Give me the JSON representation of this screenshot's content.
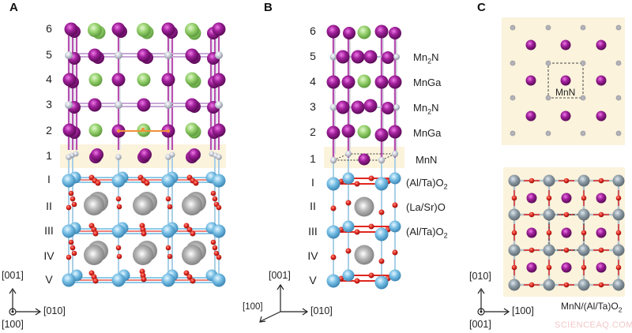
{
  "panels": {
    "A": {
      "letter": "A",
      "layers": [
        "6",
        "5",
        "4",
        "3",
        "2",
        "1",
        "I",
        "II",
        "III",
        "IV",
        "V"
      ],
      "axes": {
        "up": "[001]",
        "right": "[010]",
        "out": "[100]"
      }
    },
    "B": {
      "letter": "B",
      "layers": [
        "6",
        "5",
        "4",
        "3",
        "2",
        "1",
        "I",
        "II",
        "III",
        "IV",
        "V"
      ],
      "compositions": [
        {
          "row": "5",
          "text": "Mn",
          "sub": "2",
          "tail": "N"
        },
        {
          "row": "4",
          "text": "MnGa",
          "sub": "",
          "tail": ""
        },
        {
          "row": "3",
          "text": "Mn",
          "sub": "2",
          "tail": "N"
        },
        {
          "row": "2",
          "text": "MnGa",
          "sub": "",
          "tail": ""
        },
        {
          "row": "1",
          "text": "MnN",
          "sub": "",
          "tail": ""
        },
        {
          "row": "I",
          "text": "(Al/Ta)O",
          "sub": "2",
          "tail": ""
        },
        {
          "row": "II",
          "text": "(La/Sr)O",
          "sub": "",
          "tail": ""
        },
        {
          "row": "III",
          "text": "(Al/Ta)O",
          "sub": "2",
          "tail": ""
        }
      ],
      "axes": {
        "up": "[001]",
        "right": "[010]",
        "diag": "[100]"
      }
    },
    "C": {
      "letter": "C",
      "top_label": "MnN",
      "bottom_caption": {
        "text": "MnN/(Al/Ta)O",
        "sub": "2"
      },
      "axes": {
        "up": "[010]",
        "right": "[100]",
        "out": "[001]"
      }
    }
  },
  "watermark": "SCIENCEAQ.COM",
  "colors": {
    "mn": "#8e1b8a",
    "ga": "#8fcf6a",
    "n": "#c9cdd8",
    "o": "#e0261e",
    "al_ta": "#6fb8e0",
    "la_sr": "#a9a9a9",
    "highlight": "#fbf3dc",
    "c_grey": "#8a9aa3"
  }
}
